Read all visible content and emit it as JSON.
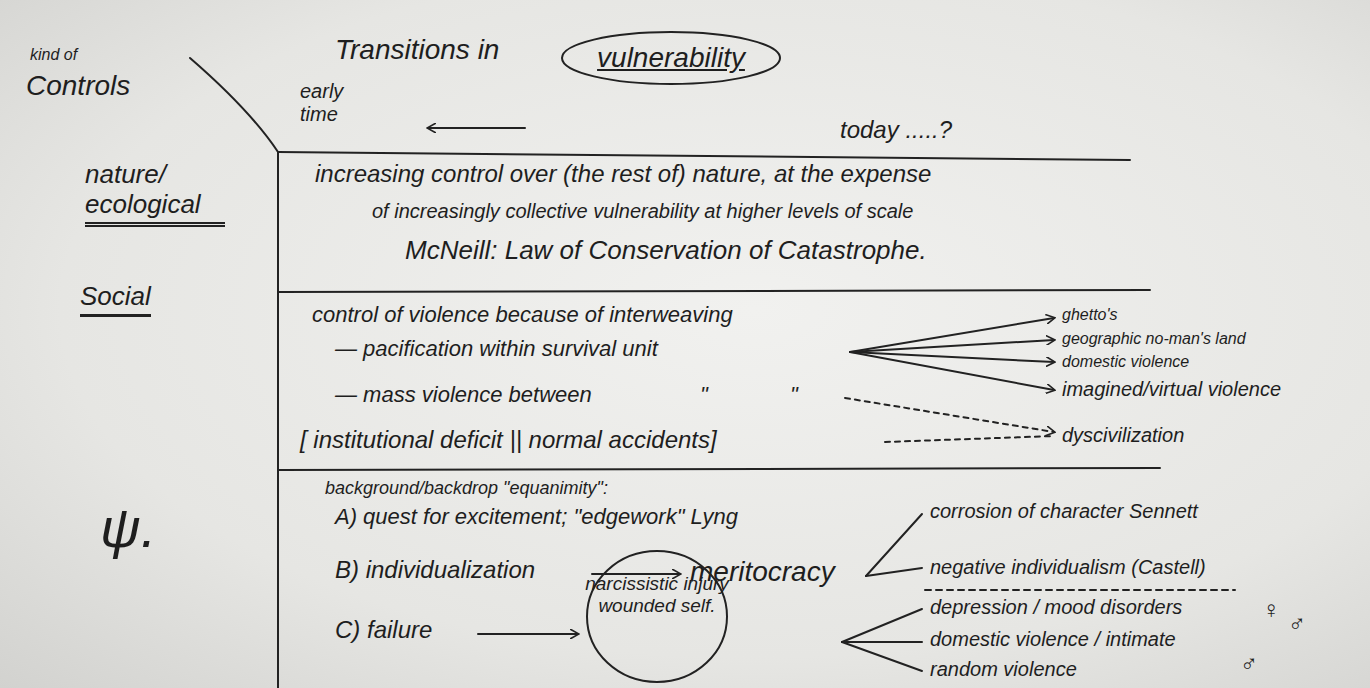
{
  "diagram": {
    "title": "Transitions in",
    "nodes": [
      {
        "text": [
          "vulnerability"
        ]
      },
      {
        "text": [
          "narcissistic injury wounded self."
        ]
      }
    ],
    "labels": [
      "kind of",
      "Controls",
      "early time",
      "today .....?",
      "nature/ ecological",
      "Social",
      "ψ.",
      "increasing control over (the rest of) nature, at the expense",
      "of increasingly collective vulnerability at higher levels of scale",
      "McNeill: Law of Conservation of Catastrophe.",
      "control of violence because of interweaving",
      "— pacification within survival unit",
      "— mass violence between",
      "\"",
      "\"",
      "[ institutional deficit || normal accidents]",
      "ghetto's",
      "geographic no-man's land",
      "domestic violence",
      "imagined/virtual violence",
      "dyscivilization",
      "background/backdrop \"equanimity\":",
      "A) quest for excitement; \"edgework\" Lyng",
      "B) individualization",
      "meritocracy",
      "C) failure",
      "corrosion of character Sennett",
      "negative individualism (Castell)",
      "depression / mood disorders",
      "domestic violence / intimate",
      "random violence",
      "♀",
      "♂",
      "♂"
    ]
  }
}
